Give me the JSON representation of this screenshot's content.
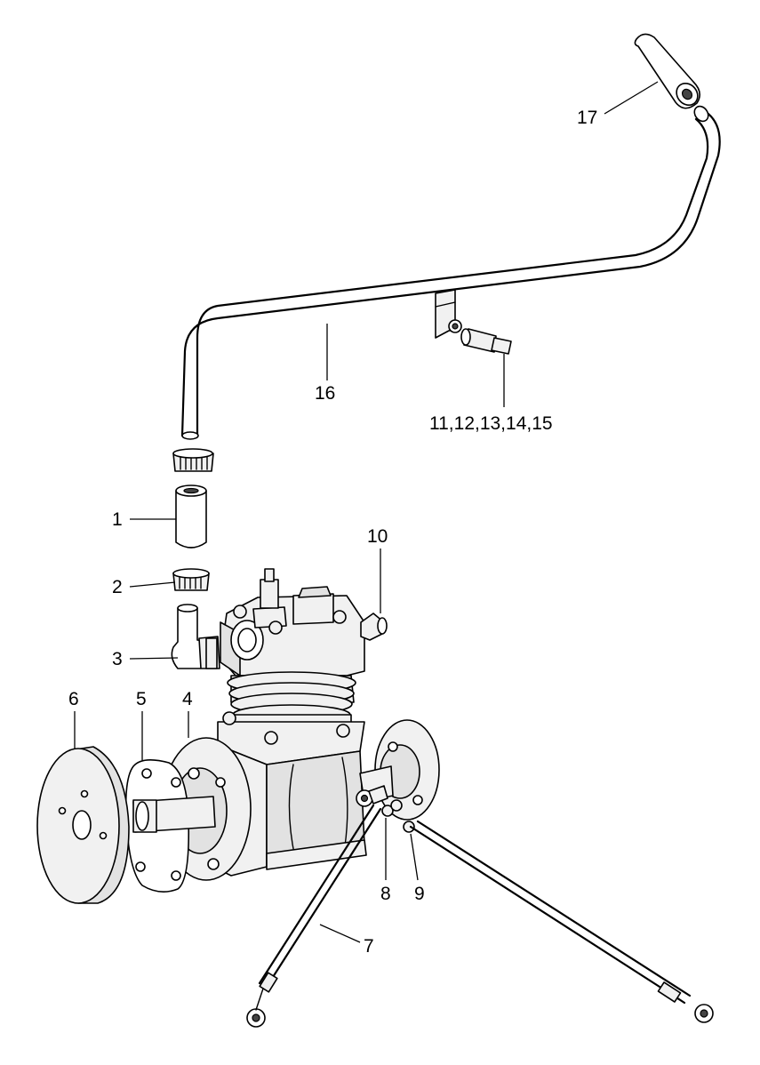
{
  "callouts": [
    {
      "id": "c1",
      "text": "1"
    },
    {
      "id": "c2",
      "text": "2"
    },
    {
      "id": "c3",
      "text": "3"
    },
    {
      "id": "c4",
      "text": "4"
    },
    {
      "id": "c5",
      "text": "5"
    },
    {
      "id": "c6",
      "text": "6"
    },
    {
      "id": "c7",
      "text": "7"
    },
    {
      "id": "c8",
      "text": "8"
    },
    {
      "id": "c9",
      "text": "9"
    },
    {
      "id": "c10",
      "text": "10"
    },
    {
      "id": "c11",
      "text": "11,12,13,14,15"
    },
    {
      "id": "c16",
      "text": "16"
    },
    {
      "id": "c17",
      "text": "17"
    }
  ]
}
